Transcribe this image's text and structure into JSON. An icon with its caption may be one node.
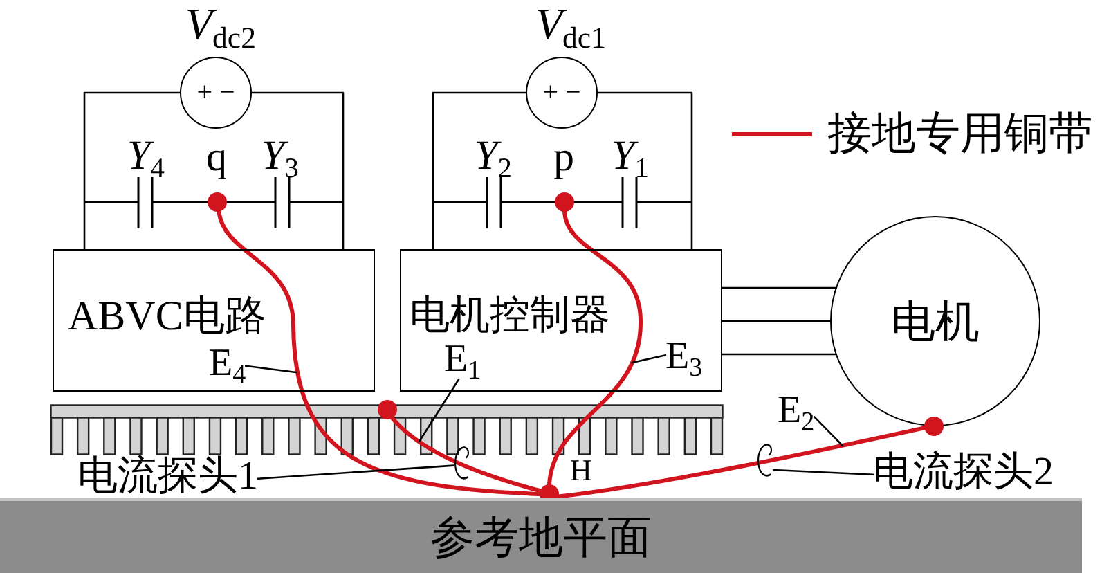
{
  "diagram": {
    "nodes": [
      {
        "text": [
          "+ −"
        ],
        "beside": [
          "*V*$_{dc2}$"
        ]
      },
      {
        "text": [
          "+ −"
        ],
        "beside": [
          "*V*$_{dc1}$"
        ]
      },
      {
        "text": [],
        "shape": "circle",
        "beside": [
          "q"
        ]
      },
      {
        "text": [],
        "shape": "circle",
        "beside": [
          "p"
        ]
      },
      {
        "text": [
          "ABVC电路"
        ]
      },
      {
        "text": [
          "电机控制器"
        ]
      },
      {
        "text": [
          "电机"
        ]
      },
      {
        "text": [
          "E$_{4}$"
        ],
        "in": 4
      },
      {
        "text": [
          "E$_{1}$"
        ],
        "in": 5
      },
      {
        "text": [
          "E$_{3}$"
        ],
        "in": 5
      },
      {
        "text": [],
        "shape": "circle"
      },
      {
        "text": [
          "E$_{2}$"
        ]
      },
      {
        "text": [],
        "shape": "circle"
      },
      {
        "text": [],
        "shape": "ring"
      },
      {
        "text": [
          "电流探头1"
        ]
      },
      {
        "text": [],
        "shape": "circle",
        "beside": [
          "H"
        ]
      },
      {
        "text": [],
        "shape": "ring"
      },
      {
        "text": [
          "电流探头2"
        ]
      },
      {
        "text": [
          "参考地平面"
        ]
      }
    ],
    "edges": [
      {
        "from": 0,
        "to": 4,
        "arrow": "none"
      },
      {
        "from": 0,
        "to": 4,
        "arrow": "none"
      },
      {
        "from": 1,
        "to": 5,
        "arrow": "none"
      },
      {
        "from": 1,
        "to": 5,
        "arrow": "none"
      },
      {
        "from": 5,
        "to": 6,
        "arrow": "none"
      },
      {
        "from": 5,
        "to": 6,
        "arrow": "none"
      },
      {
        "from": 5,
        "to": 6,
        "arrow": "none"
      },
      {
        "from": 2,
        "to": 15,
        "arrow": "none",
        "style": "thick",
        "color": "#d2141e"
      },
      {
        "from": 3,
        "to": 15,
        "arrow": "none",
        "style": "thick",
        "color": "#d2141e"
      },
      {
        "from": 10,
        "to": 15,
        "arrow": "none",
        "style": "thick",
        "color": "#d2141e"
      },
      {
        "from": 12,
        "to": 15,
        "arrow": "none",
        "style": "thick",
        "color": "#d2141e"
      },
      {
        "from": 7,
        "to": null,
        "arrow": "none"
      },
      {
        "from": 8,
        "to": null,
        "arrow": "none"
      },
      {
        "from": 9,
        "to": null,
        "arrow": "none"
      },
      {
        "from": 11,
        "to": null,
        "arrow": "none"
      },
      {
        "from": 14,
        "to": 13,
        "arrow": "none"
      },
      {
        "from": 17,
        "to": 16,
        "arrow": "none"
      }
    ],
    "labels": [
      "*Y*$_{4}$",
      "*Y*$_{3}$",
      "*Y*$_{2}$",
      "*Y*$_{1}$"
    ],
    "legend": [
      {
        "text": "接地专用铜带"
      }
    ]
  }
}
